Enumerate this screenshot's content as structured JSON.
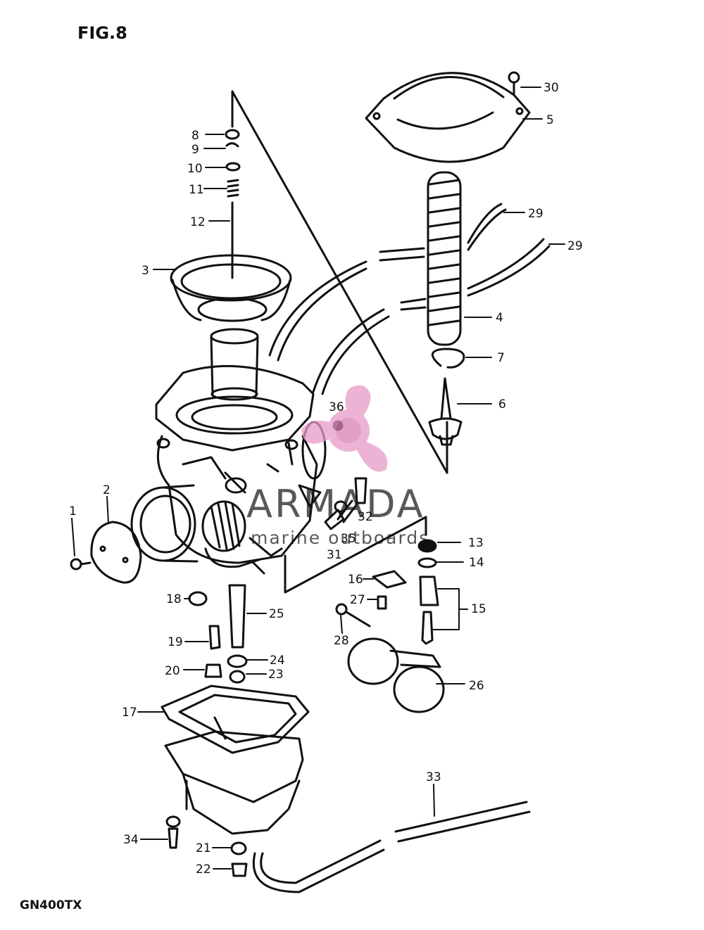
{
  "figure": {
    "title": "FIG.8",
    "model": "GN400TX"
  },
  "watermark": {
    "brand": "ARMADA",
    "tagline": "marine outboards",
    "color": "#e79ac6"
  },
  "callouts": [
    "1",
    "2",
    "3",
    "4",
    "5",
    "6",
    "7",
    "8",
    "9",
    "10",
    "11",
    "12",
    "13",
    "14",
    "15",
    "16",
    "17",
    "18",
    "19",
    "20",
    "21",
    "22",
    "23",
    "24",
    "25",
    "26",
    "27",
    "28",
    "29",
    "29",
    "30",
    "31",
    "32",
    "33",
    "34",
    "35",
    "36"
  ]
}
